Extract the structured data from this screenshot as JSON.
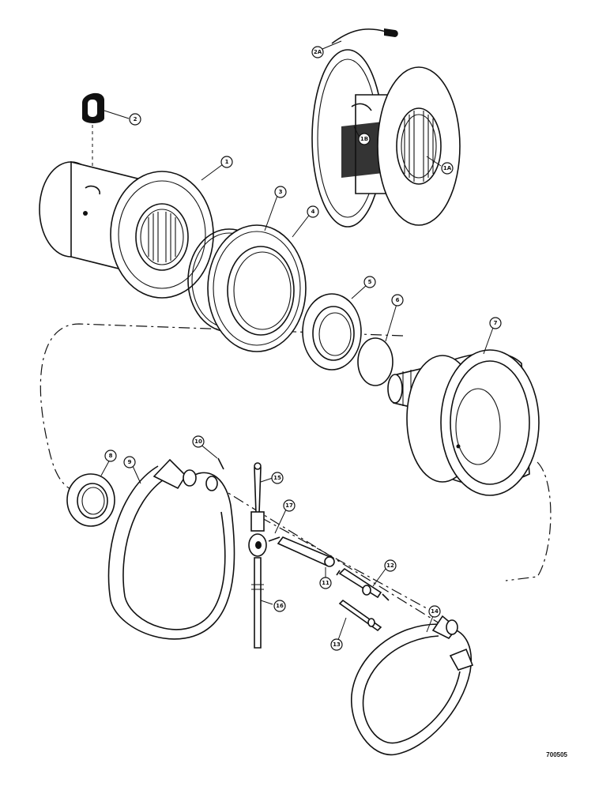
{
  "diagram": {
    "callouts": {
      "c1": "1",
      "c1A": "1A",
      "c1B": "1B",
      "c2": "2",
      "c2A": "2A",
      "c3": "3",
      "c4": "4",
      "c5": "5",
      "c6": "6",
      "c7": "7",
      "c8": "8",
      "c9": "9",
      "c10": "10",
      "c11": "11",
      "c12": "12",
      "c13": "13",
      "c14": "14",
      "c15": "15",
      "c16": "16",
      "c17": "17"
    },
    "drawing_code": "700505"
  }
}
